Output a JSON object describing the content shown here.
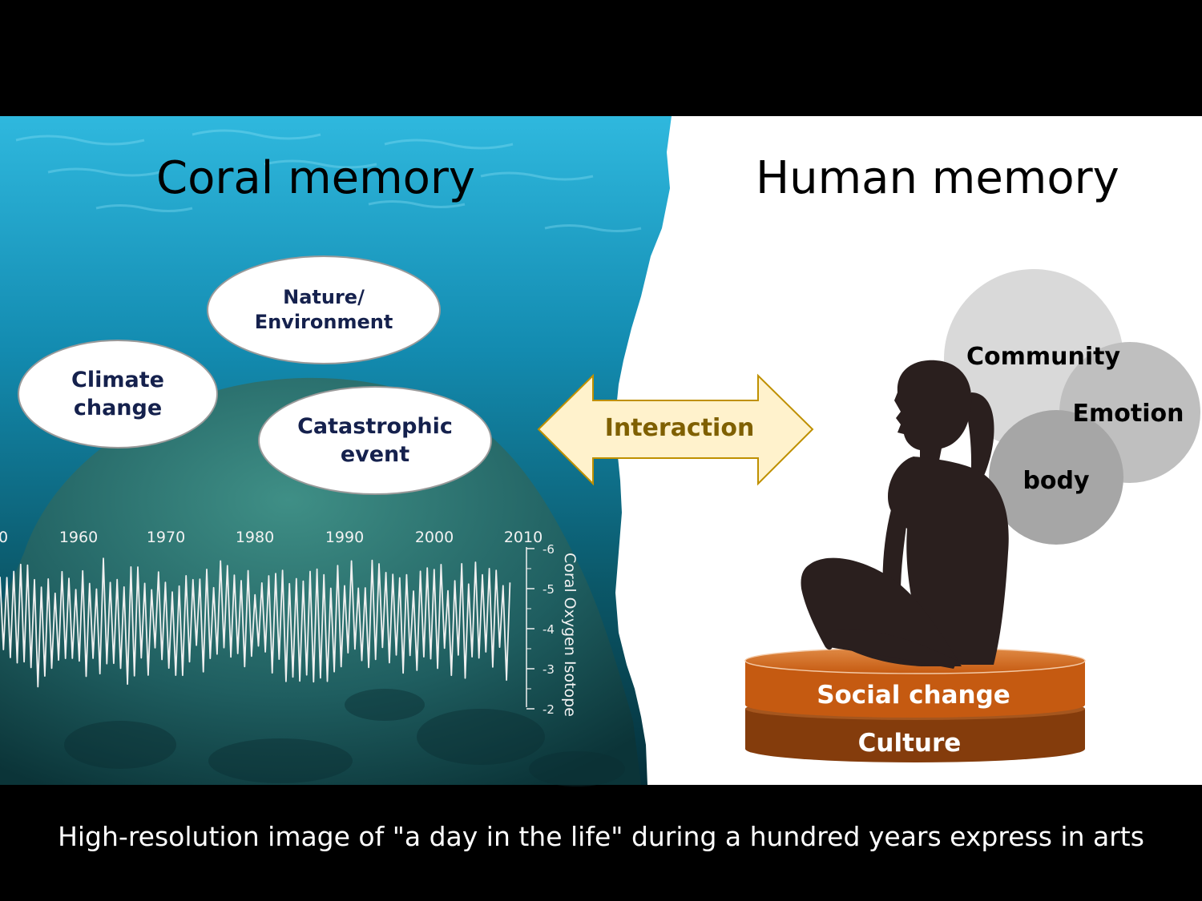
{
  "left_panel": {
    "title": "Coral memory",
    "bubbles": [
      {
        "line1": "Nature/",
        "line2": "Environment"
      },
      {
        "line1": "Climate",
        "line2": "change"
      },
      {
        "line1": "Catastrophic",
        "line2": "event"
      }
    ],
    "year_ticks": [
      "0",
      "1960",
      "1970",
      "1980",
      "1990",
      "2000",
      "2010"
    ],
    "isotope_ticks": [
      "-6",
      "-5",
      "-4",
      "-3",
      "-2"
    ],
    "isotope_axis_label": "Coral Oxygen Isotope"
  },
  "interaction_label": "Interaction",
  "right_panel": {
    "title": "Human memory",
    "circles": [
      {
        "label": "Community",
        "color": "#d9d9d9"
      },
      {
        "label": "Emotion",
        "color": "#bfbfbf"
      },
      {
        "label": "body",
        "color": "#a6a6a6"
      }
    ],
    "base_layers": [
      {
        "label": "Social change",
        "color": "#c55a11"
      },
      {
        "label": "Culture",
        "color": "#843c0c"
      }
    ]
  },
  "caption": "High-resolution image of \"a day in the life\" during a hundred years express in arts",
  "colors": {
    "ocean_top": "#1aa7d2",
    "ocean_bottom": "#06303c",
    "arrow_fill": "#fff2cc",
    "arrow_stroke": "#bf9000",
    "arrow_text": "#7f6000",
    "silhouette": "#2a1f1e"
  }
}
